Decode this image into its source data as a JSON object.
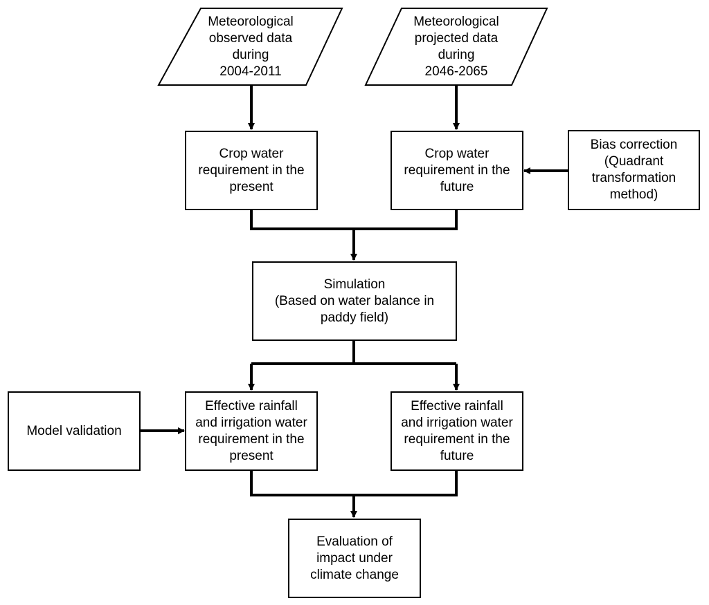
{
  "nodes": {
    "observed_data": "Meteorological\nobserved data\nduring\n2004-2011",
    "projected_data": "Meteorological\nprojected data\nduring\n2046-2065",
    "cwr_present": "Crop water\nrequirement in the\npresent",
    "cwr_future": "Crop water\nrequirement in the\nfuture",
    "bias_correction": "Bias correction\n(Quadrant\ntransformation\nmethod)",
    "simulation": "Simulation\n(Based on water balance in\npaddy field)",
    "model_validation": "Model validation",
    "eff_present": "Effective rainfall\nand irrigation water\nrequirement in the\npresent",
    "eff_future": "Effective rainfall\nand irrigation water\nrequirement in the\nfuture",
    "evaluation": "Evaluation of\nimpact under\nclimate change"
  }
}
